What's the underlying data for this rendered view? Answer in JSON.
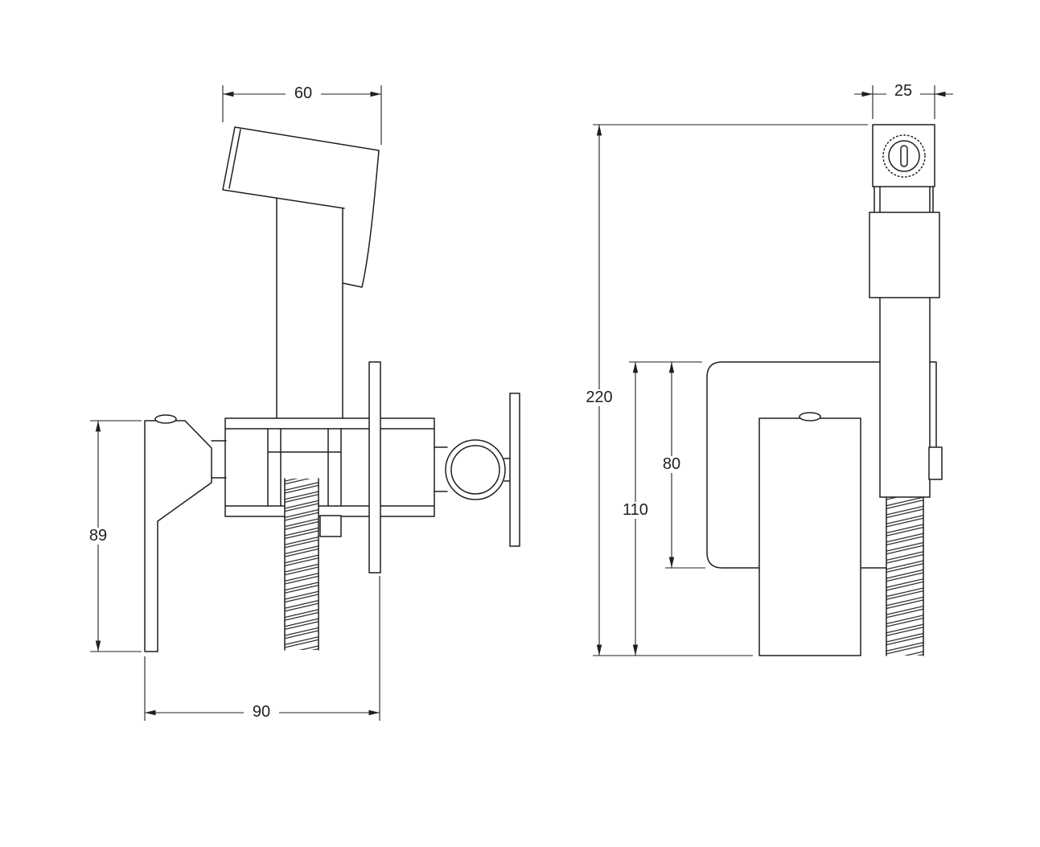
{
  "colors": {
    "line": "#1f1f1f",
    "background": "#ffffff"
  },
  "drawing": {
    "type": "technical-drawing",
    "subject": "wall-mounted hygienic bidet sprayer mixer, two orthographic views with dimensions",
    "front_view": {
      "dim_head_width": "60",
      "dim_body_height": "89",
      "dim_body_width": "90"
    },
    "side_view": {
      "dim_head_depth": "25",
      "dim_total_height": "220",
      "dim_lower_height": "110",
      "dim_bracket_height": "80"
    }
  }
}
